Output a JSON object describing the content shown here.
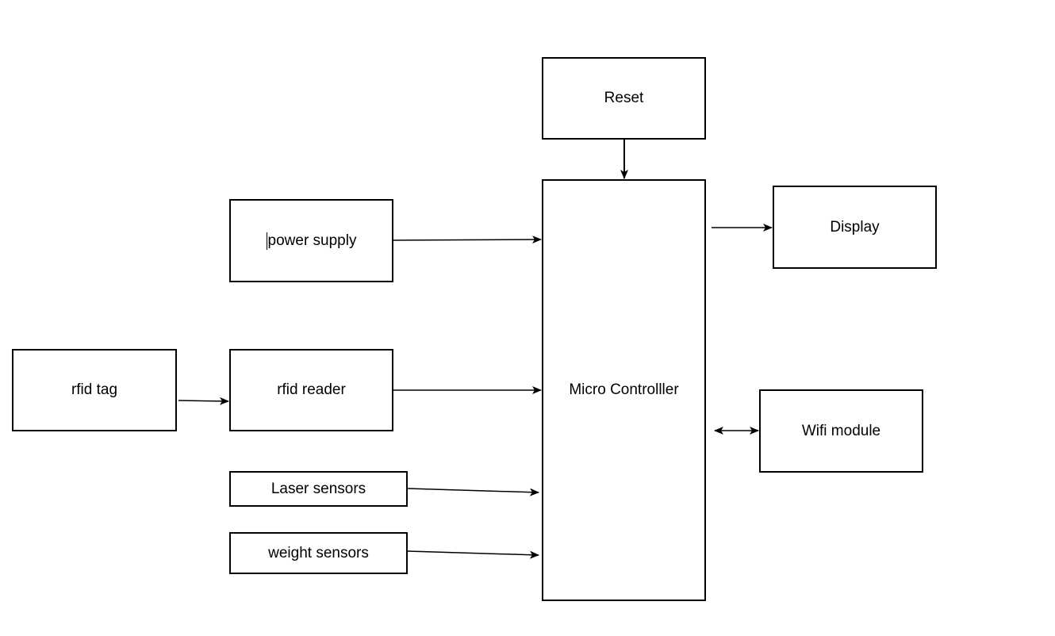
{
  "diagram": {
    "blocks": {
      "reset": "Reset",
      "micro_controller": "Micro Controlller",
      "display": "Display",
      "power_supply": "power supply",
      "rfid_tag": "rfid tag",
      "rfid_reader": "rfid reader",
      "wifi_module": "Wifi module",
      "laser_sensors": "Laser sensors",
      "weight_sensors": "weight sensors"
    },
    "connections": [
      {
        "from": "Reset",
        "to": "Micro Controlller",
        "direction": "one-way"
      },
      {
        "from": "power supply",
        "to": "Micro Controlller",
        "direction": "one-way"
      },
      {
        "from": "rfid tag",
        "to": "rfid reader",
        "direction": "one-way"
      },
      {
        "from": "rfid reader",
        "to": "Micro Controlller",
        "direction": "one-way"
      },
      {
        "from": "Laser sensors",
        "to": "Micro Controlller",
        "direction": "one-way"
      },
      {
        "from": "weight sensors",
        "to": "Micro Controlller",
        "direction": "one-way"
      },
      {
        "from": "Micro Controlller",
        "to": "Display",
        "direction": "one-way"
      },
      {
        "from": "Micro Controlller",
        "to": "Wifi module",
        "direction": "two-way"
      }
    ],
    "colors": {
      "stroke": "#000000",
      "background": "#ffffff"
    }
  }
}
